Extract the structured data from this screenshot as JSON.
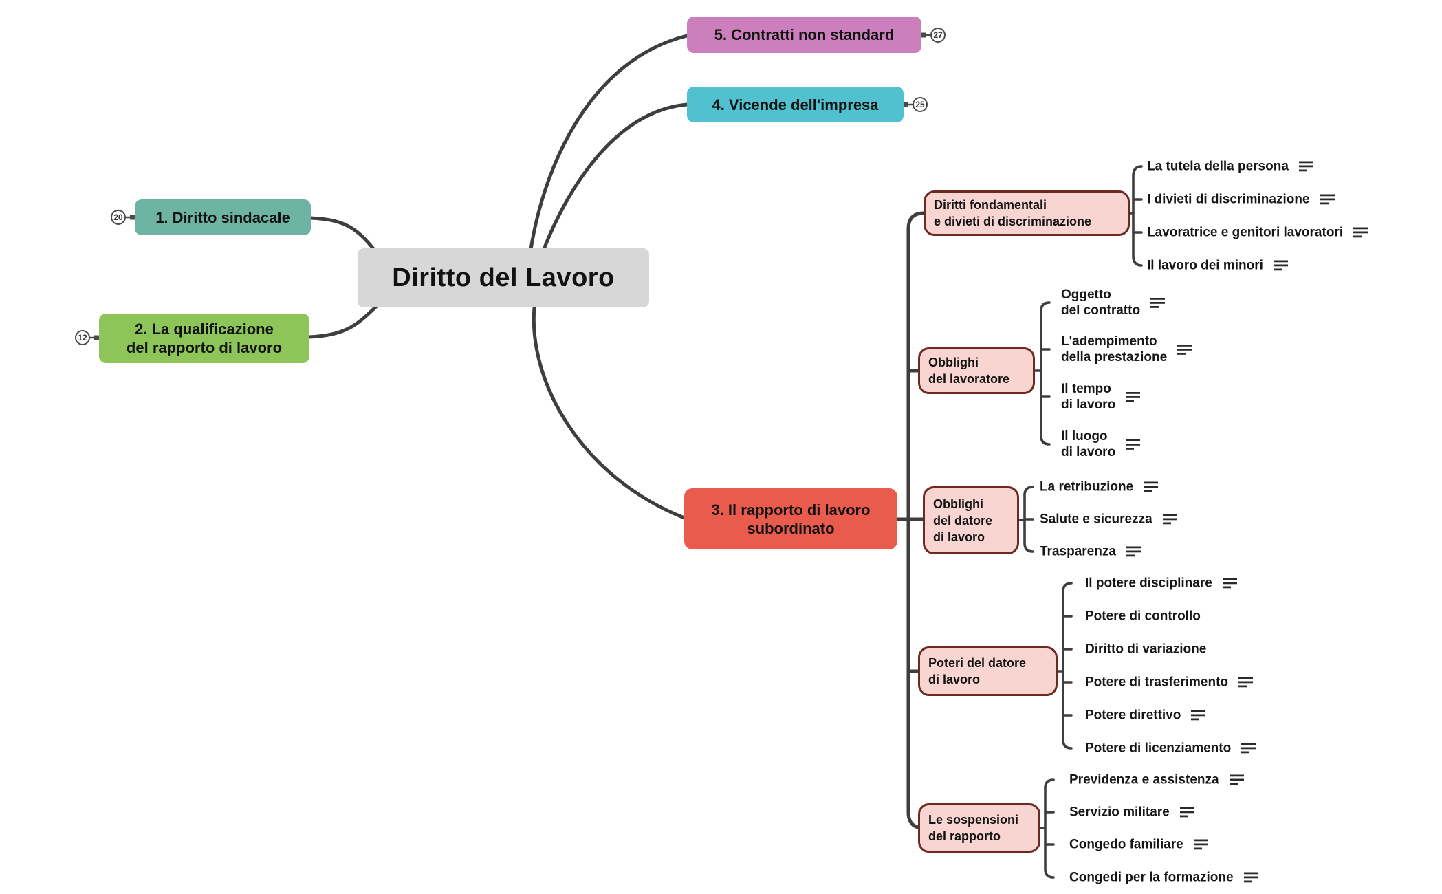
{
  "root": {
    "label": "Diritto del Lavoro"
  },
  "colors": {
    "root_bg": "#d7d7d7",
    "topic1": "#6db4a2",
    "topic2": "#8ec558",
    "topic3": "#e95b4c",
    "topic4": "#51c1cf",
    "topic5": "#cb7fbc",
    "subtopic_bg": "#f9d5d1",
    "subtopic_border": "#6d2a23",
    "connector": "#3e3e3e"
  },
  "topics": {
    "t1": {
      "label": "1. Diritto sindacale",
      "badge": "20"
    },
    "t2": {
      "lines": [
        "2. La qualificazione",
        "del rapporto di lavoro"
      ],
      "badge": "12"
    },
    "t3": {
      "lines": [
        "3. Il rapporto di lavoro",
        "subordinato"
      ]
    },
    "t4": {
      "label": "4. Vicende dell'impresa",
      "badge": "25"
    },
    "t5": {
      "label": "5. Contratti non standard",
      "badge": "27"
    }
  },
  "branches": {
    "diritti": {
      "lines": [
        "Diritti fondamentali",
        "e divieti di discriminazione"
      ],
      "children": [
        {
          "label": "La tutela della persona",
          "icon": "note-icon"
        },
        {
          "label": "I divieti di discriminazione",
          "icon": "note-icon"
        },
        {
          "label": "Lavoratrice e genitori lavoratori",
          "icon": "note-icon"
        },
        {
          "label": "Il lavoro dei minori",
          "icon": "note-icon"
        }
      ]
    },
    "obblighi_lavoratore": {
      "lines": [
        "Obblighi",
        "del lavoratore"
      ],
      "children": [
        {
          "lines": [
            "Oggetto",
            "del contratto"
          ],
          "icon": "note-icon"
        },
        {
          "lines": [
            "L'adempimento",
            "della prestazione"
          ],
          "icon": "note-icon"
        },
        {
          "lines": [
            "Il tempo",
            "di lavoro"
          ],
          "icon": "note-icon"
        },
        {
          "lines": [
            "Il luogo",
            "di lavoro"
          ],
          "icon": "note-icon"
        }
      ]
    },
    "obblighi_datore": {
      "lines": [
        "Obblighi",
        "del datore",
        "di lavoro"
      ],
      "children": [
        {
          "label": "La retribuzione",
          "icon": "note-icon"
        },
        {
          "label": "Salute e sicurezza",
          "icon": "note-icon"
        },
        {
          "label": "Trasparenza",
          "icon": "note-icon"
        }
      ]
    },
    "poteri_datore": {
      "lines": [
        "Poteri del datore",
        "di lavoro"
      ],
      "children": [
        {
          "label": "Il potere disciplinare",
          "icon": "note-icon"
        },
        {
          "label": "Potere di controllo"
        },
        {
          "label": "Diritto di variazione"
        },
        {
          "label": "Potere di trasferimento",
          "icon": "note-icon"
        },
        {
          "label": "Potere direttivo",
          "icon": "note-icon"
        },
        {
          "label": "Potere di licenziamento",
          "icon": "note-icon"
        }
      ]
    },
    "sospensioni": {
      "lines": [
        "Le sospensioni",
        "del rapporto"
      ],
      "children": [
        {
          "label": "Previdenza e assistenza",
          "icon": "note-icon"
        },
        {
          "label": "Servizio militare",
          "icon": "note-icon"
        },
        {
          "label": "Congedo familiare",
          "icon": "note-icon"
        },
        {
          "label": "Congedi per la formazione",
          "icon": "note-icon"
        }
      ]
    }
  }
}
